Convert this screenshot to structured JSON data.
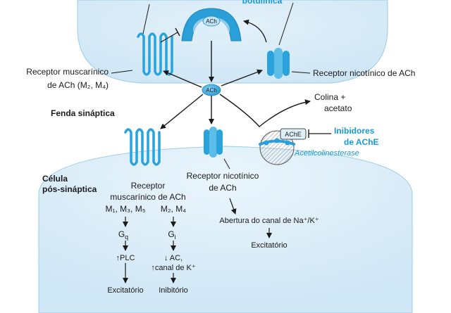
{
  "top_label": "botulínica",
  "vesicle_label": "ACh",
  "ach_label": "ACh",
  "ache_label": "AChE",
  "left_pre_receptor": [
    "Receptor muscarínico",
    "de ACh (M₂, M₄)"
  ],
  "right_pre_receptor": "Receptor nicotínico de ACh",
  "choline": [
    "Colina +",
    "acetato"
  ],
  "cleft_label": "Fenda sináptica",
  "inhibitors": [
    "Inibidores",
    "de AChE"
  ],
  "enzyme_name": "Acetilcolinesterase",
  "post_cell": [
    "Célula",
    "pós-sináptica"
  ],
  "post_musc_receptor": [
    "Receptor",
    "muscarínico de ACh"
  ],
  "subtypes_left": "M₁, M₃, M₅",
  "subtypes_right": "M₂, M₄",
  "gq": "G",
  "gq_sub": "q",
  "gi": "G",
  "gi_sub": "i",
  "plc": "↑PLC",
  "ac": "↓ AC,",
  "k_channel": "↑canal de K⁺",
  "excit_left": "Excitatório",
  "inhib": "Inibitório",
  "post_nic_receptor": [
    "Receptor nicotínico",
    "de ACh"
  ],
  "channel_opening": "Abertura do canal de Na⁺/K⁺",
  "excit_right": "Excitatório",
  "colors": {
    "membrane": "#d7ebf7",
    "vesicle": "#2a9fd8",
    "receptor": "#2aa3dc",
    "arrow": "#1a1a1a"
  }
}
